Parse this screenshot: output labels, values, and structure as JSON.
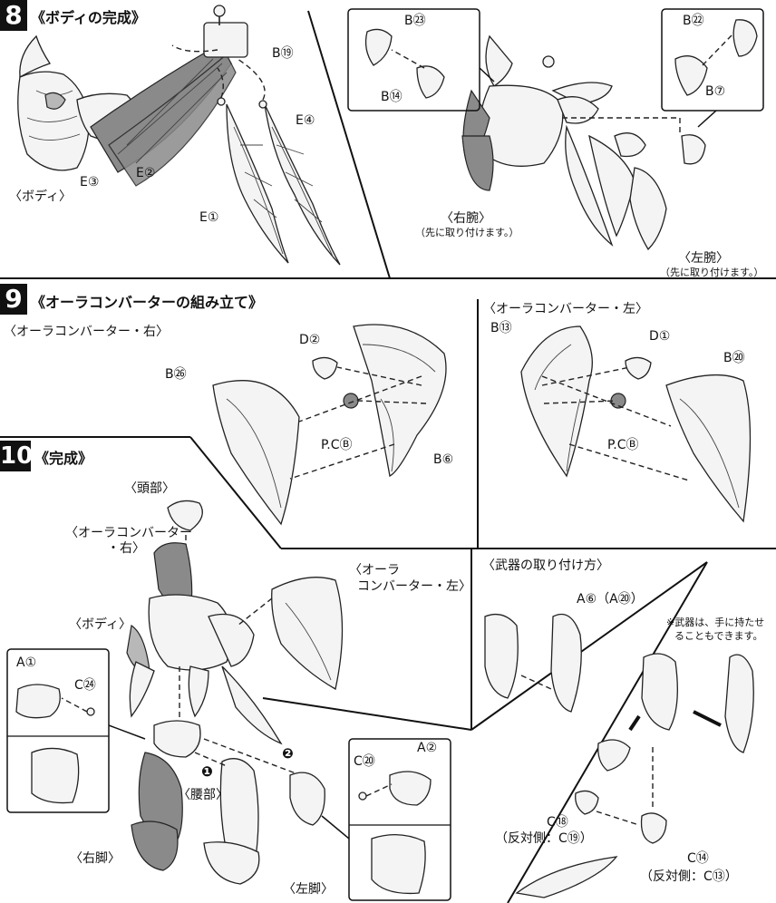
{
  "step8": {
    "number": "8",
    "title": "《ボディの完成》",
    "labels": {
      "b19": "B⑲",
      "e4": "E④",
      "e3": "E③",
      "e2": "E②",
      "e1": "E①",
      "body": "〈ボディ〉",
      "b23": "B㉓",
      "b14": "B⑭",
      "b22": "B㉒",
      "b7": "B⑦",
      "right_arm": "〈右腕〉",
      "right_arm_note": "（先に取り付けます。）",
      "left_arm": "〈左腕〉",
      "left_arm_note": "（先に取り付けます。）"
    }
  },
  "step9": {
    "number": "9",
    "title": "《オーラコンバーターの組み立て》",
    "right_sub": "〈オーラコンバーター・右〉",
    "left_sub": "〈オーラコンバーター・左〉",
    "labels": {
      "d2": "D②",
      "b26": "B㉖",
      "pcb_r": "P.CⒷ",
      "b6": "B⑥",
      "b13": "B⑬",
      "d1": "D①",
      "b20": "B⑳",
      "pcb_l": "P.CⒷ"
    }
  },
  "step10": {
    "number": "10",
    "title": "《完成》",
    "labels": {
      "head": "〈頭部〉",
      "aura_right_1": "〈オーラコンバーター",
      "aura_right_2": "・右〉",
      "aura_left_1": "〈オーラ",
      "aura_left_2": "コンバーター・左〉",
      "body": "〈ボディ〉",
      "a1": "A①",
      "c24": "C㉔",
      "waist": "〈腰部〉",
      "right_leg": "〈右脚〉",
      "left_leg": "〈左脚〉",
      "c20": "C⑳",
      "a2": "A②",
      "mark1": "❶",
      "mark2": "❷"
    }
  },
  "weapon": {
    "title": "〈武器の取り付け方〉",
    "a6": "A⑥（A⑳）",
    "note_1": "※武器は、手に持たせ",
    "note_2": "ることもできます。",
    "c18": "C⑱",
    "c18_opp": "（反対側：C⑲）",
    "c14": "C⑭",
    "c14_opp": "（反対側：C⑬）"
  }
}
